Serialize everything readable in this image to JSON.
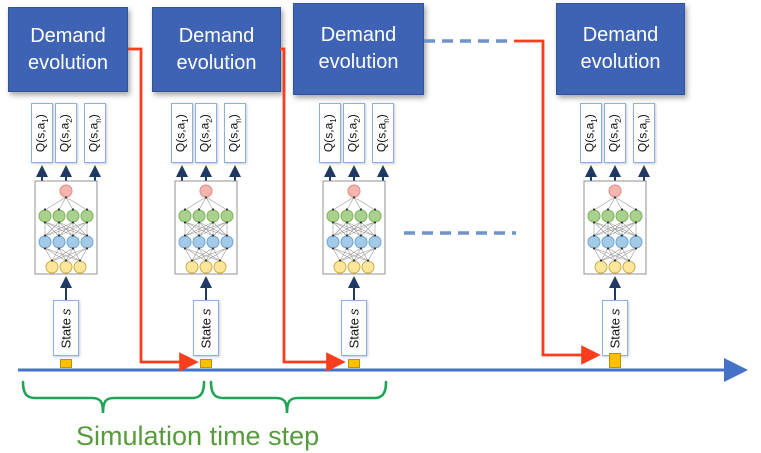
{
  "columns": [
    {
      "demand_label": "Demand evolution",
      "q_outputs": [
        {
          "base": "Q(s,a",
          "sub": "1",
          "close": ")"
        },
        {
          "base": "Q(s,a",
          "sub": "2",
          "close": ")"
        },
        {
          "base": "Q(s,a",
          "sub": "n",
          "close": ")"
        }
      ],
      "state_label": {
        "word": "State",
        "var": "s"
      }
    },
    {
      "demand_label": "Demand evolution",
      "q_outputs": [
        {
          "base": "Q(s,a",
          "sub": "1",
          "close": ")"
        },
        {
          "base": "Q(s,a",
          "sub": "2",
          "close": ")"
        },
        {
          "base": "Q(s,a",
          "sub": "n",
          "close": ")"
        }
      ],
      "state_label": {
        "word": "State",
        "var": "s"
      }
    },
    {
      "demand_label": "Demand evolution",
      "q_outputs": [
        {
          "base": "Q(s,a",
          "sub": "1",
          "close": ")"
        },
        {
          "base": "Q(s,a",
          "sub": "2",
          "close": ")"
        },
        {
          "base": "Q(s,a",
          "sub": "n",
          "close": ")"
        }
      ],
      "state_label": {
        "word": "State",
        "var": "s"
      }
    },
    {
      "demand_label": "Demand evolution",
      "q_outputs": [
        {
          "base": "Q(s,a",
          "sub": "1",
          "close": ")"
        },
        {
          "base": "Q(s,a",
          "sub": "2",
          "close": ")"
        },
        {
          "base": "Q(s,a",
          "sub": "n",
          "close": ")"
        }
      ],
      "state_label": {
        "word": "State",
        "var": "s"
      }
    }
  ],
  "bottom": {
    "label": "Simulation time step"
  },
  "colors": {
    "demand_box": "#3E63B4",
    "demand_text": "#FFFFFF",
    "q_box_border": "#8FAFDC",
    "arrow_navy": "#1F3864",
    "timeline": "#4472C4",
    "dashed_line": "#7091C9",
    "feedback_red": "#F93E1D",
    "tick_yellow": "#FFC000",
    "brace_green": "#1FA455",
    "label_green": "#579B3D",
    "node_pink": "#F5B5B0",
    "node_green": "#A9D18E",
    "node_blue": "#A3CBE8",
    "node_yellow": "#FFE699"
  }
}
